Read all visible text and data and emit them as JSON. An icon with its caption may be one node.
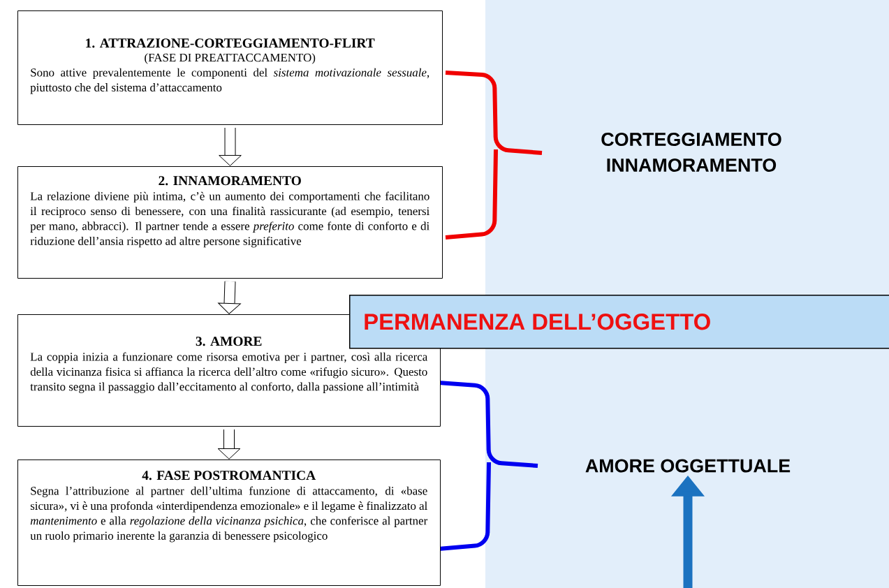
{
  "diagram": {
    "nodes": [
      {
        "text": [
          "1. ATTRAZIONE-CORTEGGIAMENTO-FLIRT",
          "(FASE DI PREATTACCAMENTO)",
          "Sono attive prevalentemente le componenti del *sistema motivazionale sessuale*, piuttosto che del sistema d’attaccamento"
        ]
      },
      {
        "text": [
          "2. INNAMORAMENTO",
          "La relazione diviene più intima, c’è un aumento dei comportamenti che facilitano il reciproco senso di benessere, con una finalità rassicurante (ad esempio, tenersi per mano, abbracci). Il partner tende a essere *preferito* come fonte di conforto e di riduzione dell’ansia rispetto ad altre persone significative"
        ]
      },
      {
        "text": [
          "3. AMORE",
          "La coppia inizia a funzionare come risorsa emotiva per i partner, così alla ricerca della vicinanza fisica si affianca la ricerca dell’altro come «rifugio sicuro». Questo transito segna il passaggio dall’eccitamento al conforto, dalla passione all’intimità"
        ]
      },
      {
        "text": [
          "4. FASE POSTROMANTICA",
          "Segna l’attribuzione al partner dell’ultima funzione di attaccamento, di «base sicura», vi è una profonda «interdipendenza emozionale» e il legame è finalizzato al *mantenimento* e alla *regolazione della vicinanza psichica*, che conferisce al partner un ruolo primario inerente la garanzia di benessere psicologico"
        ]
      },
      {
        "text": [
          "PERMANENZA DELL’OGGETTO"
        ]
      },
      {
        "text": [
          "AMORE OGGETTUALE"
        ]
      }
    ],
    "edges": [
      {
        "from": 0,
        "to": 1,
        "arrow": "to"
      },
      {
        "from": 1,
        "to": 2,
        "arrow": "to"
      },
      {
        "from": 2,
        "to": 3,
        "arrow": "to"
      },
      {
        "from": null,
        "to": 5,
        "arrow": "to",
        "color": "#1b72c0"
      }
    ],
    "labels": [
      "CORTEGGIAMENTO INNAMORAMENTO"
    ]
  }
}
